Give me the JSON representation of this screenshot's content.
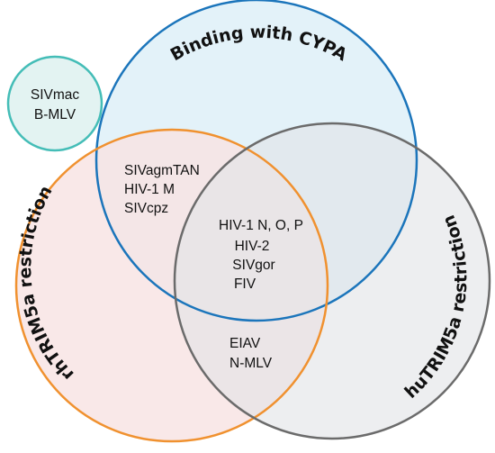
{
  "colors": {
    "cypa_stroke": "#1b75bb",
    "cypa_fill": "#e3f2f9",
    "rh_stroke": "#f0912f",
    "rh_fill": "#f8e3e3",
    "hu_stroke": "#6b6b6b",
    "hu_fill": "#e2e4e6",
    "outside_stroke": "#44bdb7",
    "outside_fill": "#e3f3f2"
  },
  "sets": {
    "cypa": {
      "label": "Binding with CYPA"
    },
    "rh": {
      "label": "rhTRIM5a restriction"
    },
    "hu": {
      "label": "huTRIM5a restriction"
    }
  },
  "regions": {
    "outside": [
      "SIVmac",
      "B-MLV"
    ],
    "cypa_rh": [
      "SIVagmTAN",
      "HIV-1 M",
      "SIVcpz"
    ],
    "all_three": [
      "HIV-1 N, O, P",
      "HIV-2",
      "SIVgor",
      "FIV"
    ],
    "rh_hu": [
      "EIAV",
      "N-MLV"
    ]
  }
}
